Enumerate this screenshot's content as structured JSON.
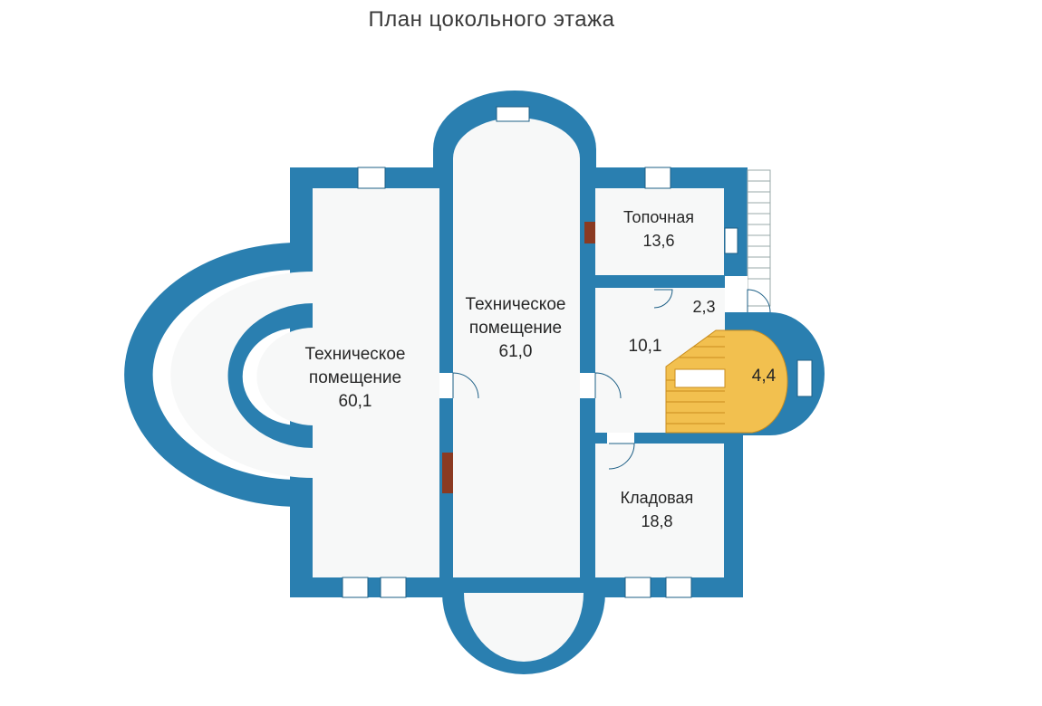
{
  "title": "План цокольного этажа",
  "colors": {
    "wall": "#2a7fb0",
    "floor": "#f7f8f8",
    "stair": "#f2c04f",
    "stair_line": "#c98d1e",
    "brick": "#8b3a22",
    "outline": "#1d5f86"
  },
  "rooms": [
    {
      "id": "tech-left",
      "lines": [
        "Техническое",
        "помещение",
        "60,1"
      ]
    },
    {
      "id": "tech-center",
      "lines": [
        "Техническое",
        "помещение",
        "61,0"
      ]
    },
    {
      "id": "boiler",
      "lines": [
        "Топочная",
        "13,6"
      ]
    },
    {
      "id": "closet",
      "lines": [
        "2,3"
      ]
    },
    {
      "id": "hall",
      "lines": [
        "10,1"
      ]
    },
    {
      "id": "stair",
      "lines": [
        "4,4"
      ]
    },
    {
      "id": "storage",
      "lines": [
        "Кладовая",
        "18,8"
      ]
    }
  ]
}
